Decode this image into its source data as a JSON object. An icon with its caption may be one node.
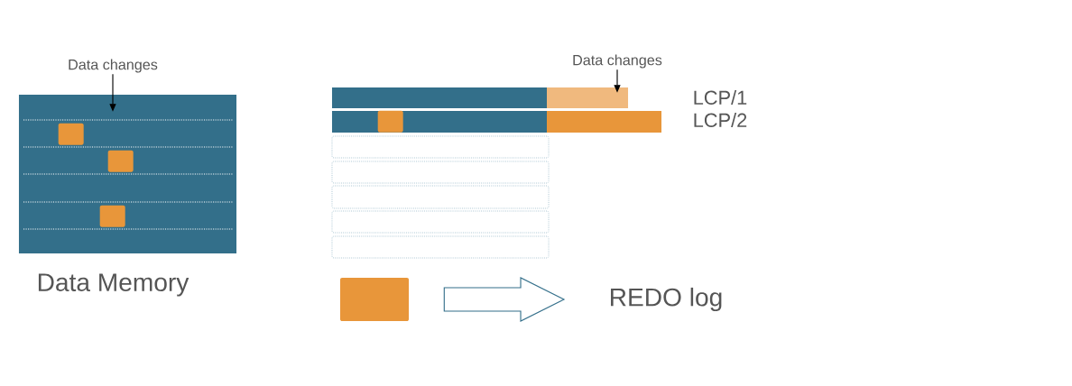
{
  "diagram": {
    "nodes": [
      {
        "text": [
          "Data changes"
        ]
      },
      {
        "text": [
          "Data Memory"
        ]
      },
      {
        "text": [],
        "shape": "box",
        "in": 1
      },
      {
        "text": [],
        "shape": "box",
        "in": 1
      },
      {
        "text": [],
        "shape": "box",
        "in": 1
      },
      {
        "text": [
          "Data changes"
        ]
      },
      {
        "text": [],
        "shape": "bar"
      },
      {
        "text": [],
        "shape": "bar"
      },
      {
        "text": [],
        "shape": "bar"
      },
      {
        "text": [],
        "shape": "box",
        "in": 8
      },
      {
        "text": [],
        "shape": "bar"
      },
      {
        "text": [],
        "shape": "box"
      },
      {
        "text": [],
        "shape": "box"
      },
      {
        "text": [],
        "shape": "box"
      },
      {
        "text": [],
        "shape": "box"
      },
      {
        "text": [],
        "shape": "box"
      },
      {
        "text": [],
        "shape": "box"
      },
      {
        "text": [
          "REDO log"
        ]
      }
    ],
    "edges": [
      {
        "from": 0,
        "to": 1,
        "arrow": "to"
      },
      {
        "from": 5,
        "to": 7,
        "arrow": "to"
      },
      {
        "from": 16,
        "to": 17,
        "arrow": "to",
        "style": "thick"
      }
    ],
    "labels": [
      "LCP/1",
      "LCP/2"
    ]
  }
}
